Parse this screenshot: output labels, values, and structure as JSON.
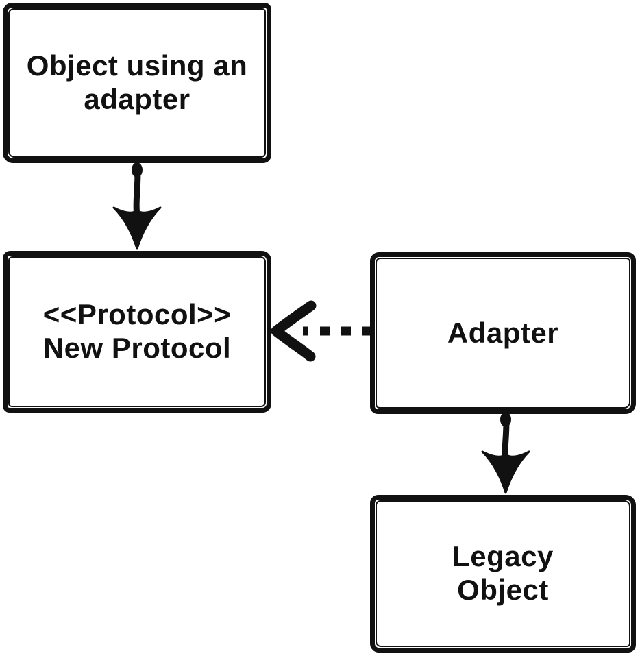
{
  "diagram": {
    "title": "Adapter pattern diagram",
    "ink_color": "#111111",
    "background_color": "#ffffff",
    "nodes": {
      "client": {
        "id": "client",
        "line1": "Object using an",
        "line2": "adapter"
      },
      "protocol": {
        "id": "protocol",
        "line1": "<<Protocol>>",
        "line2": "New Protocol"
      },
      "adapter": {
        "id": "adapter",
        "line1": "Adapter"
      },
      "legacy": {
        "id": "legacy",
        "line1": "Legacy",
        "line2": "Object"
      }
    },
    "edges": [
      {
        "from": "client",
        "to": "protocol",
        "line_style": "solid",
        "arrowhead": "filled",
        "direction": "down"
      },
      {
        "from": "adapter",
        "to": "protocol",
        "line_style": "dashed",
        "arrowhead": "open",
        "direction": "left"
      },
      {
        "from": "adapter",
        "to": "legacy",
        "line_style": "solid",
        "arrowhead": "filled",
        "direction": "down"
      }
    ]
  }
}
